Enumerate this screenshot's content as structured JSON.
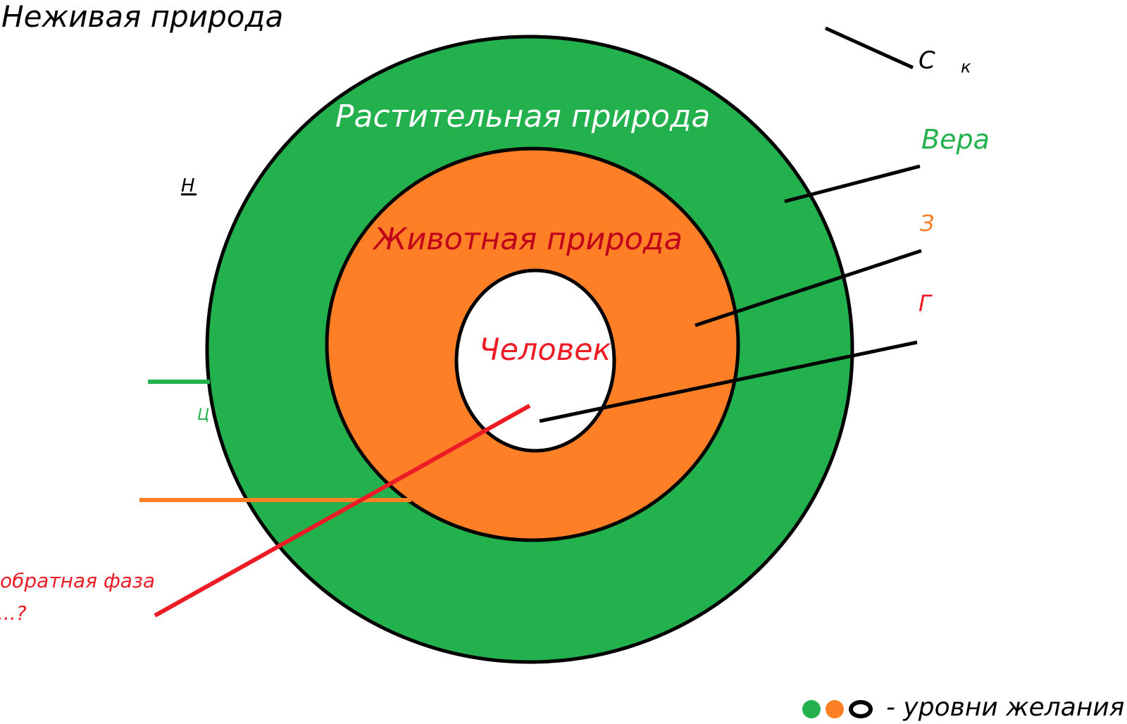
{
  "labels": {
    "inanimate": "Неживая природа",
    "vegetative": "Растительная природа",
    "animal": "Животная природа",
    "human": "Человек",
    "faith": "Вера",
    "reverse_phase": "обратная фаза",
    "reverse_question": "...?",
    "legend": "- уровни желания",
    "fragment_black_top": "С",
    "fragment_black_top2": "к",
    "fragment_black_left": "Н",
    "fragment_orange_right": "З",
    "fragment_red_right": "Г",
    "fragment_green_left": "Ц"
  },
  "colors": {
    "green": "#22b14c",
    "orange": "#ff7f27",
    "red": "#ed1c24",
    "black": "#000000",
    "white": "#ffffff",
    "dark_red": "#c0001a"
  },
  "legend_items": [
    {
      "name": "green-level",
      "color": "#22b14c"
    },
    {
      "name": "orange-level",
      "color": "#ff7f27"
    },
    {
      "name": "white-level",
      "color": "#ffffff"
    }
  ]
}
